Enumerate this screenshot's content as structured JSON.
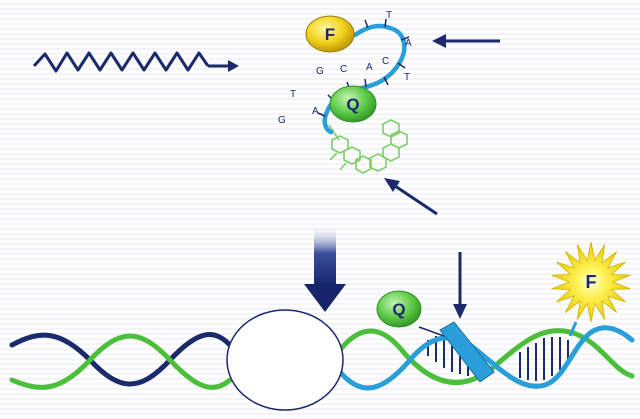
{
  "probe": {
    "fluorophore_label": "F",
    "quencher_label": "Q",
    "stem_bases_left": [
      "G",
      "T",
      "G",
      "A"
    ],
    "loop_bases": [
      "C",
      "A",
      "C",
      "T",
      "T",
      "A"
    ]
  },
  "bound_probe": {
    "quencher_label": "Q",
    "fluorophore_label": "F"
  },
  "colors": {
    "dark_strand": "#1b2a6b",
    "green_strand": "#4cbf3a",
    "blue_strand": "#2a9ed8",
    "arrow": "#1b2a6b",
    "fluorophore_yellow": "#f2e21a",
    "quencher_green": "#5fcc48",
    "ring_green": "#7dcf65"
  }
}
